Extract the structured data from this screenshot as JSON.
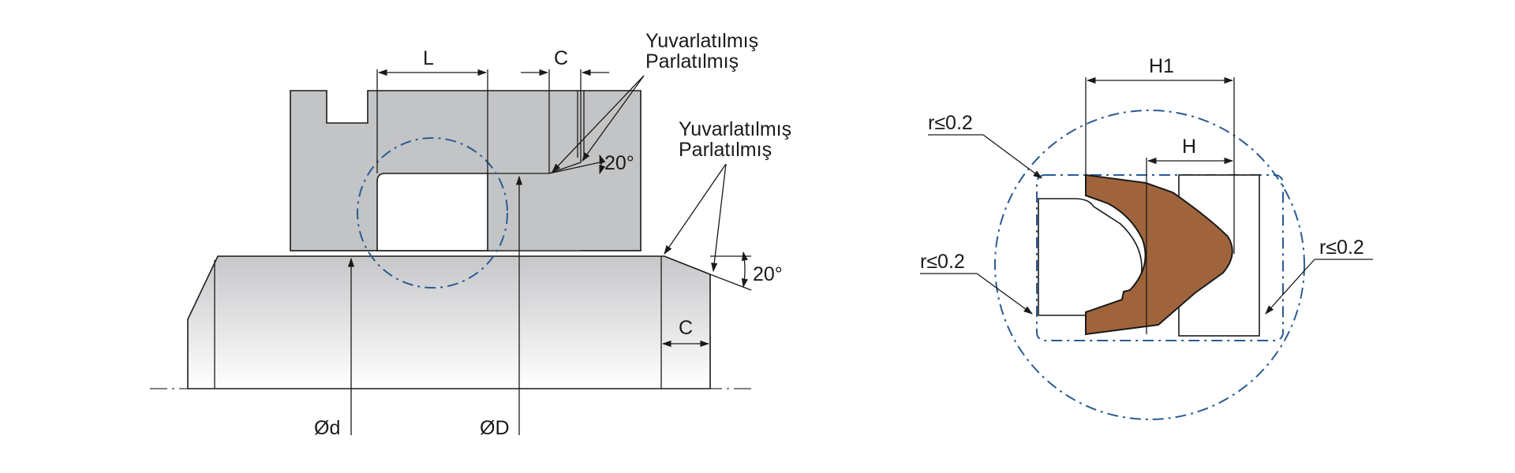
{
  "left_view": {
    "dim_L": "L",
    "dim_C_top": "C",
    "dim_C_bottom": "C",
    "note_top_line1": "Yuvarlatılmış",
    "note_top_line2": "Parlatılmış",
    "note_mid_line1": "Yuvarlatılmış",
    "note_mid_line2": "Parlatılmış",
    "angle_top": "20°",
    "angle_bottom": "20°",
    "dia_d": "Ød",
    "dia_D": "ØD"
  },
  "right_view": {
    "dim_H1": "H1",
    "dim_H": "H",
    "radius_top_left": "r≤0.2",
    "radius_left": "r≤0.2",
    "radius_right": "r≤0.2"
  },
  "colors": {
    "housing_fill": "#c3c4c6",
    "seal_fill": "#a0643c",
    "detail_circle": "#2a5b93"
  }
}
